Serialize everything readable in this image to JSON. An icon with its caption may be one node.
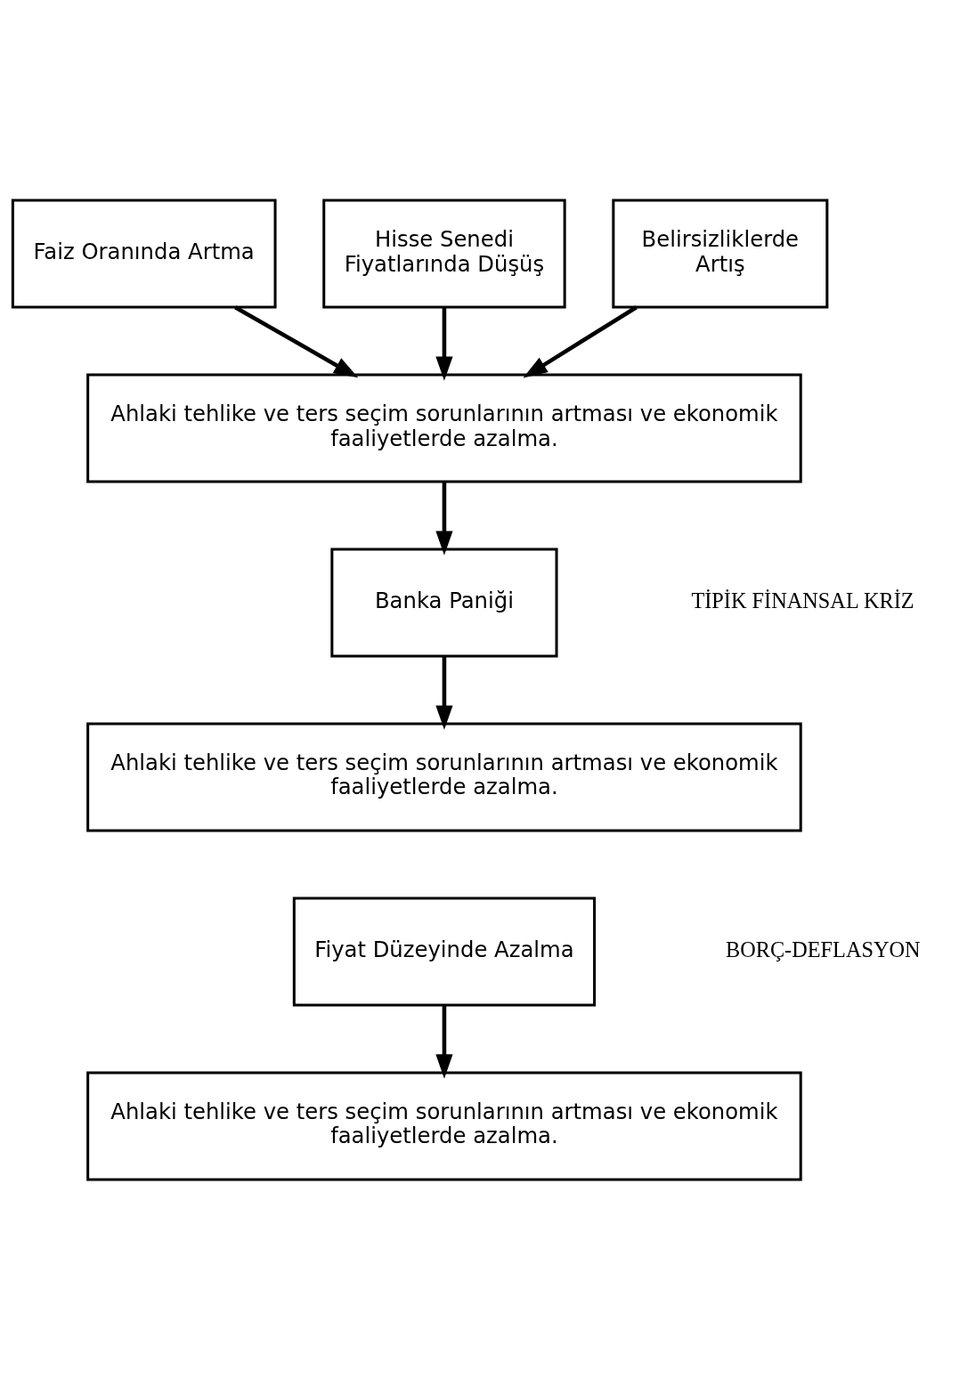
{
  "diagram": {
    "nodes": [
      {
        "text": [
          "Faiz Oranında Artma"
        ]
      },
      {
        "text": [
          "Hisse Senedi Fiyatlarında Düşüş"
        ]
      },
      {
        "text": [
          "Belirsizliklerde Artış"
        ]
      },
      {
        "text": [
          "Ahlaki tehlike ve ters seçim sorunlarının artması ve ekonomik faaliyetlerde azalma."
        ]
      },
      {
        "text": [
          "Banka Paniği"
        ]
      },
      {
        "text": [
          "Ahlaki tehlike ve ters seçim sorunlarının artması ve ekonomik faaliyetlerde azalma."
        ]
      },
      {
        "text": [
          "Fiyat Düzeyinde Azalma"
        ]
      },
      {
        "text": [
          "Ahlaki tehlike ve ters seçim sorunlarının artması ve ekonomik faaliyetlerde azalma."
        ]
      }
    ],
    "edges": [
      {
        "from": 0,
        "to": 3,
        "arrow": "to"
      },
      {
        "from": 1,
        "to": 3,
        "arrow": "to"
      },
      {
        "from": 2,
        "to": 3,
        "arrow": "to"
      },
      {
        "from": 3,
        "to": 4,
        "arrow": "to"
      },
      {
        "from": 4,
        "to": 5,
        "arrow": "to"
      },
      {
        "from": 6,
        "to": 7,
        "arrow": "to"
      }
    ],
    "labels": [
      "TİPİK FİNANSAL KRİZ",
      "BORÇ-DEFLASYON"
    ]
  }
}
